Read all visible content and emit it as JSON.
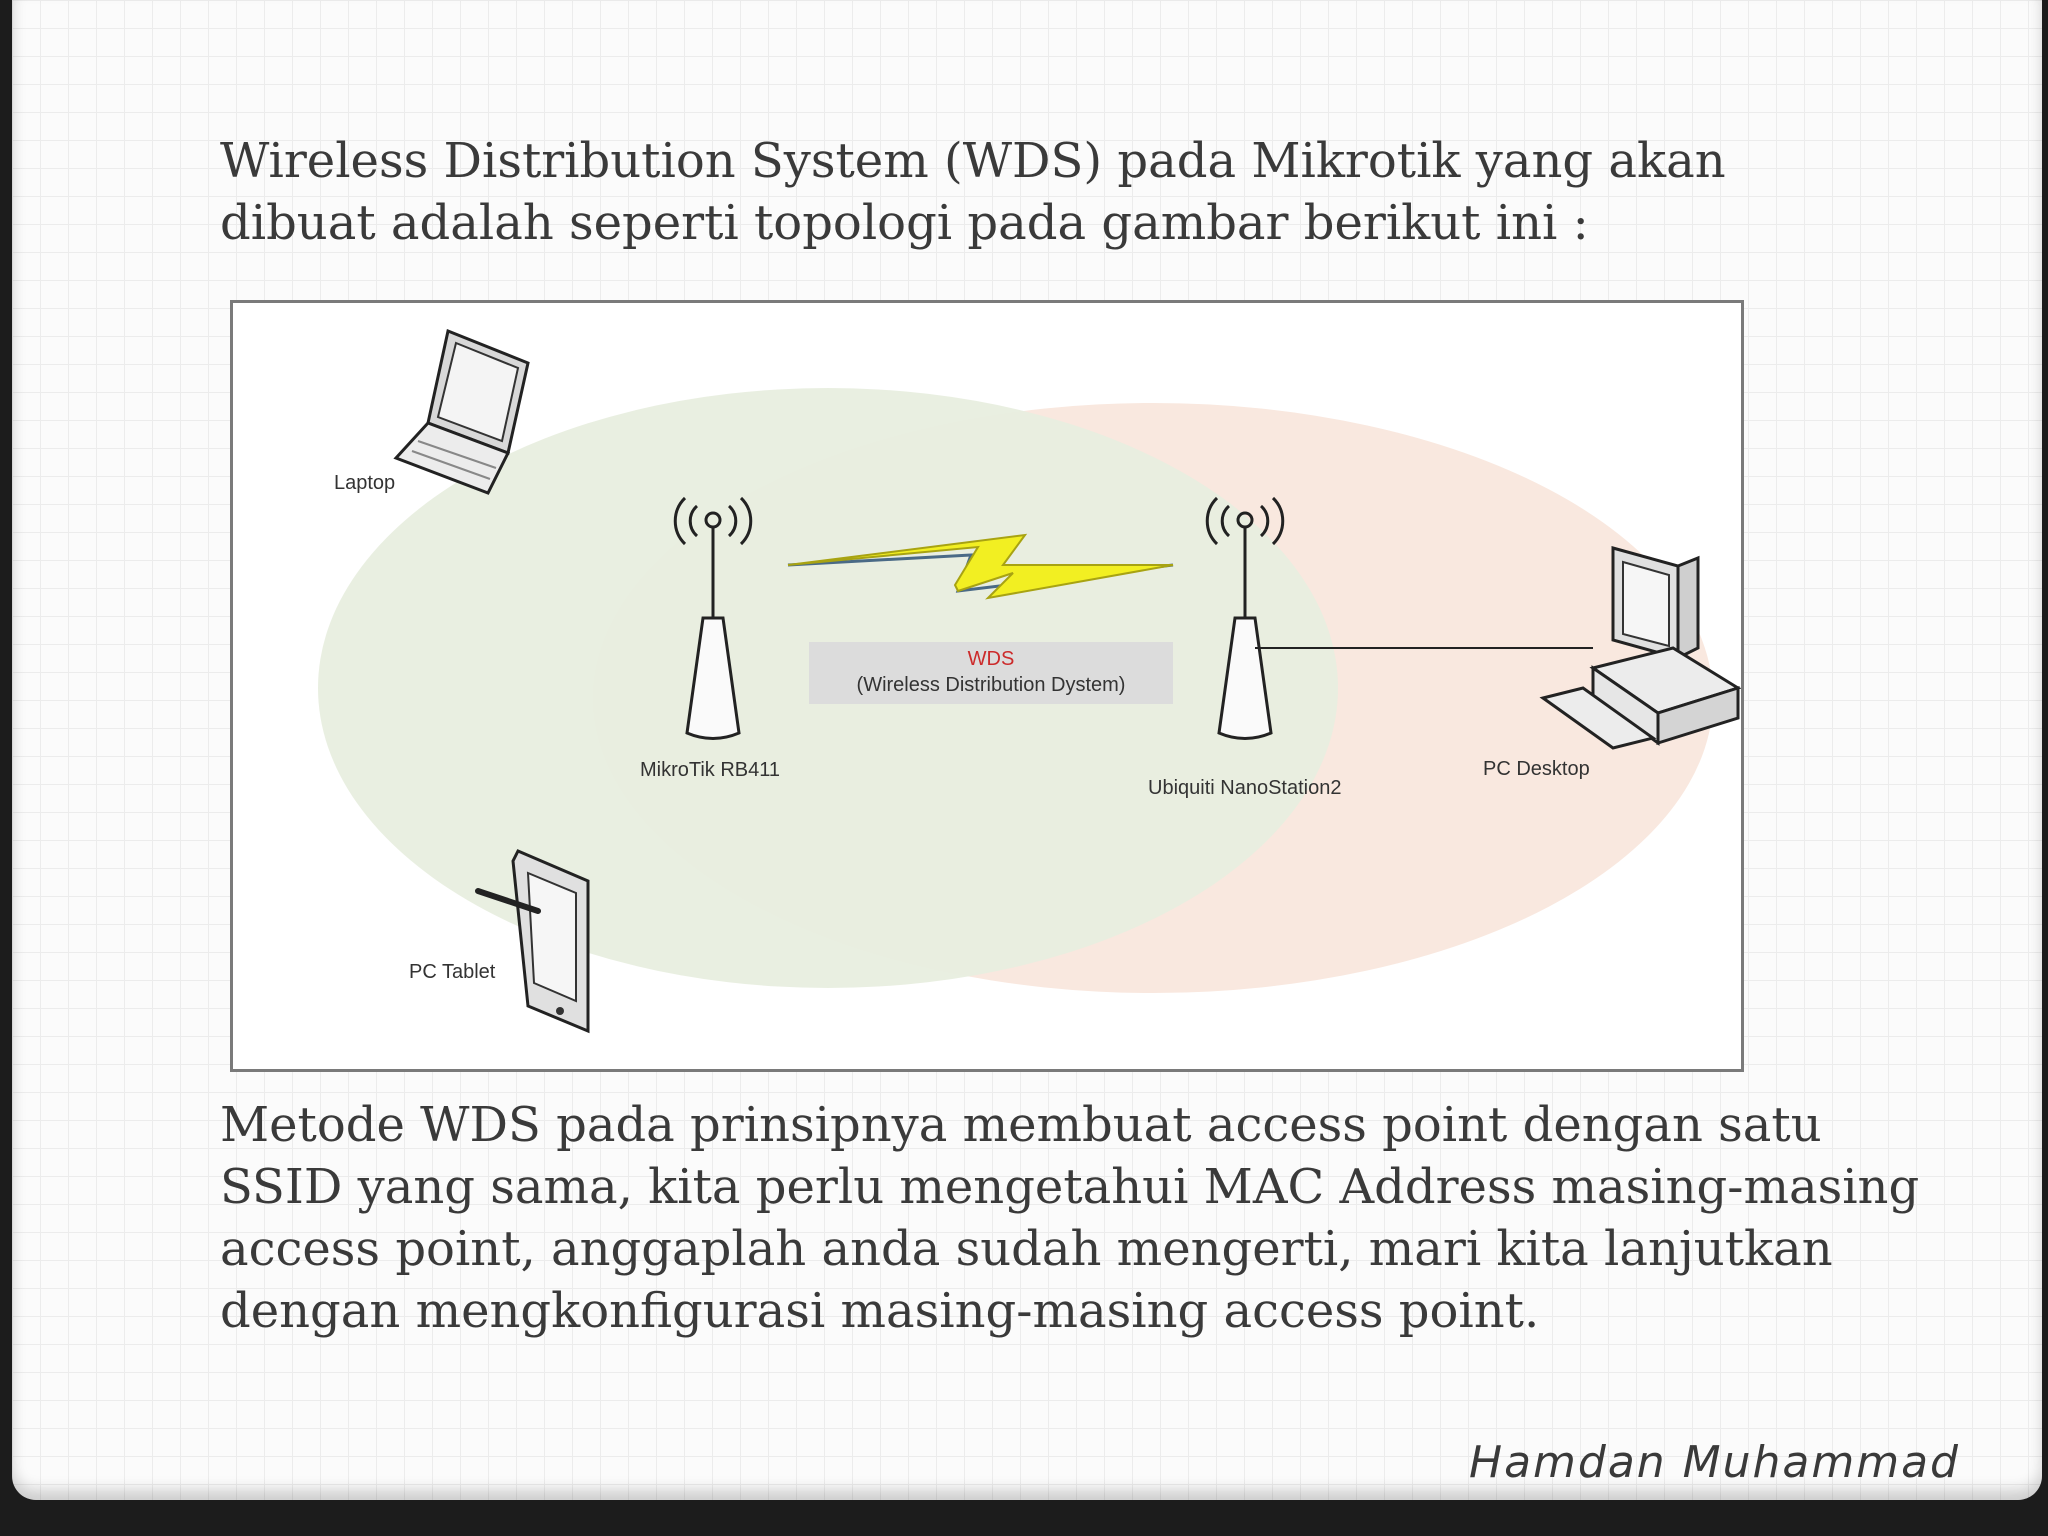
{
  "slide": {
    "intro_text": "Wireless Distribution System (WDS) pada Mikrotik yang akan dibuat adalah seperti topologi pada gambar berikut ini :",
    "body_text": "Metode WDS pada prinsipnya membuat access point dengan satu SSID yang sama, kita perlu mengetahui MAC Address masing-masing access point, anggaplah anda sudah mengerti, mari kita lanjutkan dengan mengkonfigurasi masing-masing access point.",
    "author": "Hamdan Muhammad"
  },
  "diagram": {
    "labels": {
      "laptop": "Laptop",
      "tablet": "PC Tablet",
      "router_left": "MikroTik RB411",
      "router_right": "Ubiquiti NanoStation2",
      "desktop": "PC Desktop",
      "wds_title": "WDS",
      "wds_subtitle": "(Wireless Distribution Dystem)"
    },
    "colors": {
      "left_coverage": "#e8eedf",
      "right_coverage": "#f9e8df",
      "wds_title": "#cc2b2b",
      "lightning": "#f2ef22"
    },
    "icons": [
      "laptop-icon",
      "tablet-icon",
      "antenna-icon",
      "desktop-icon",
      "lightning-icon"
    ]
  }
}
